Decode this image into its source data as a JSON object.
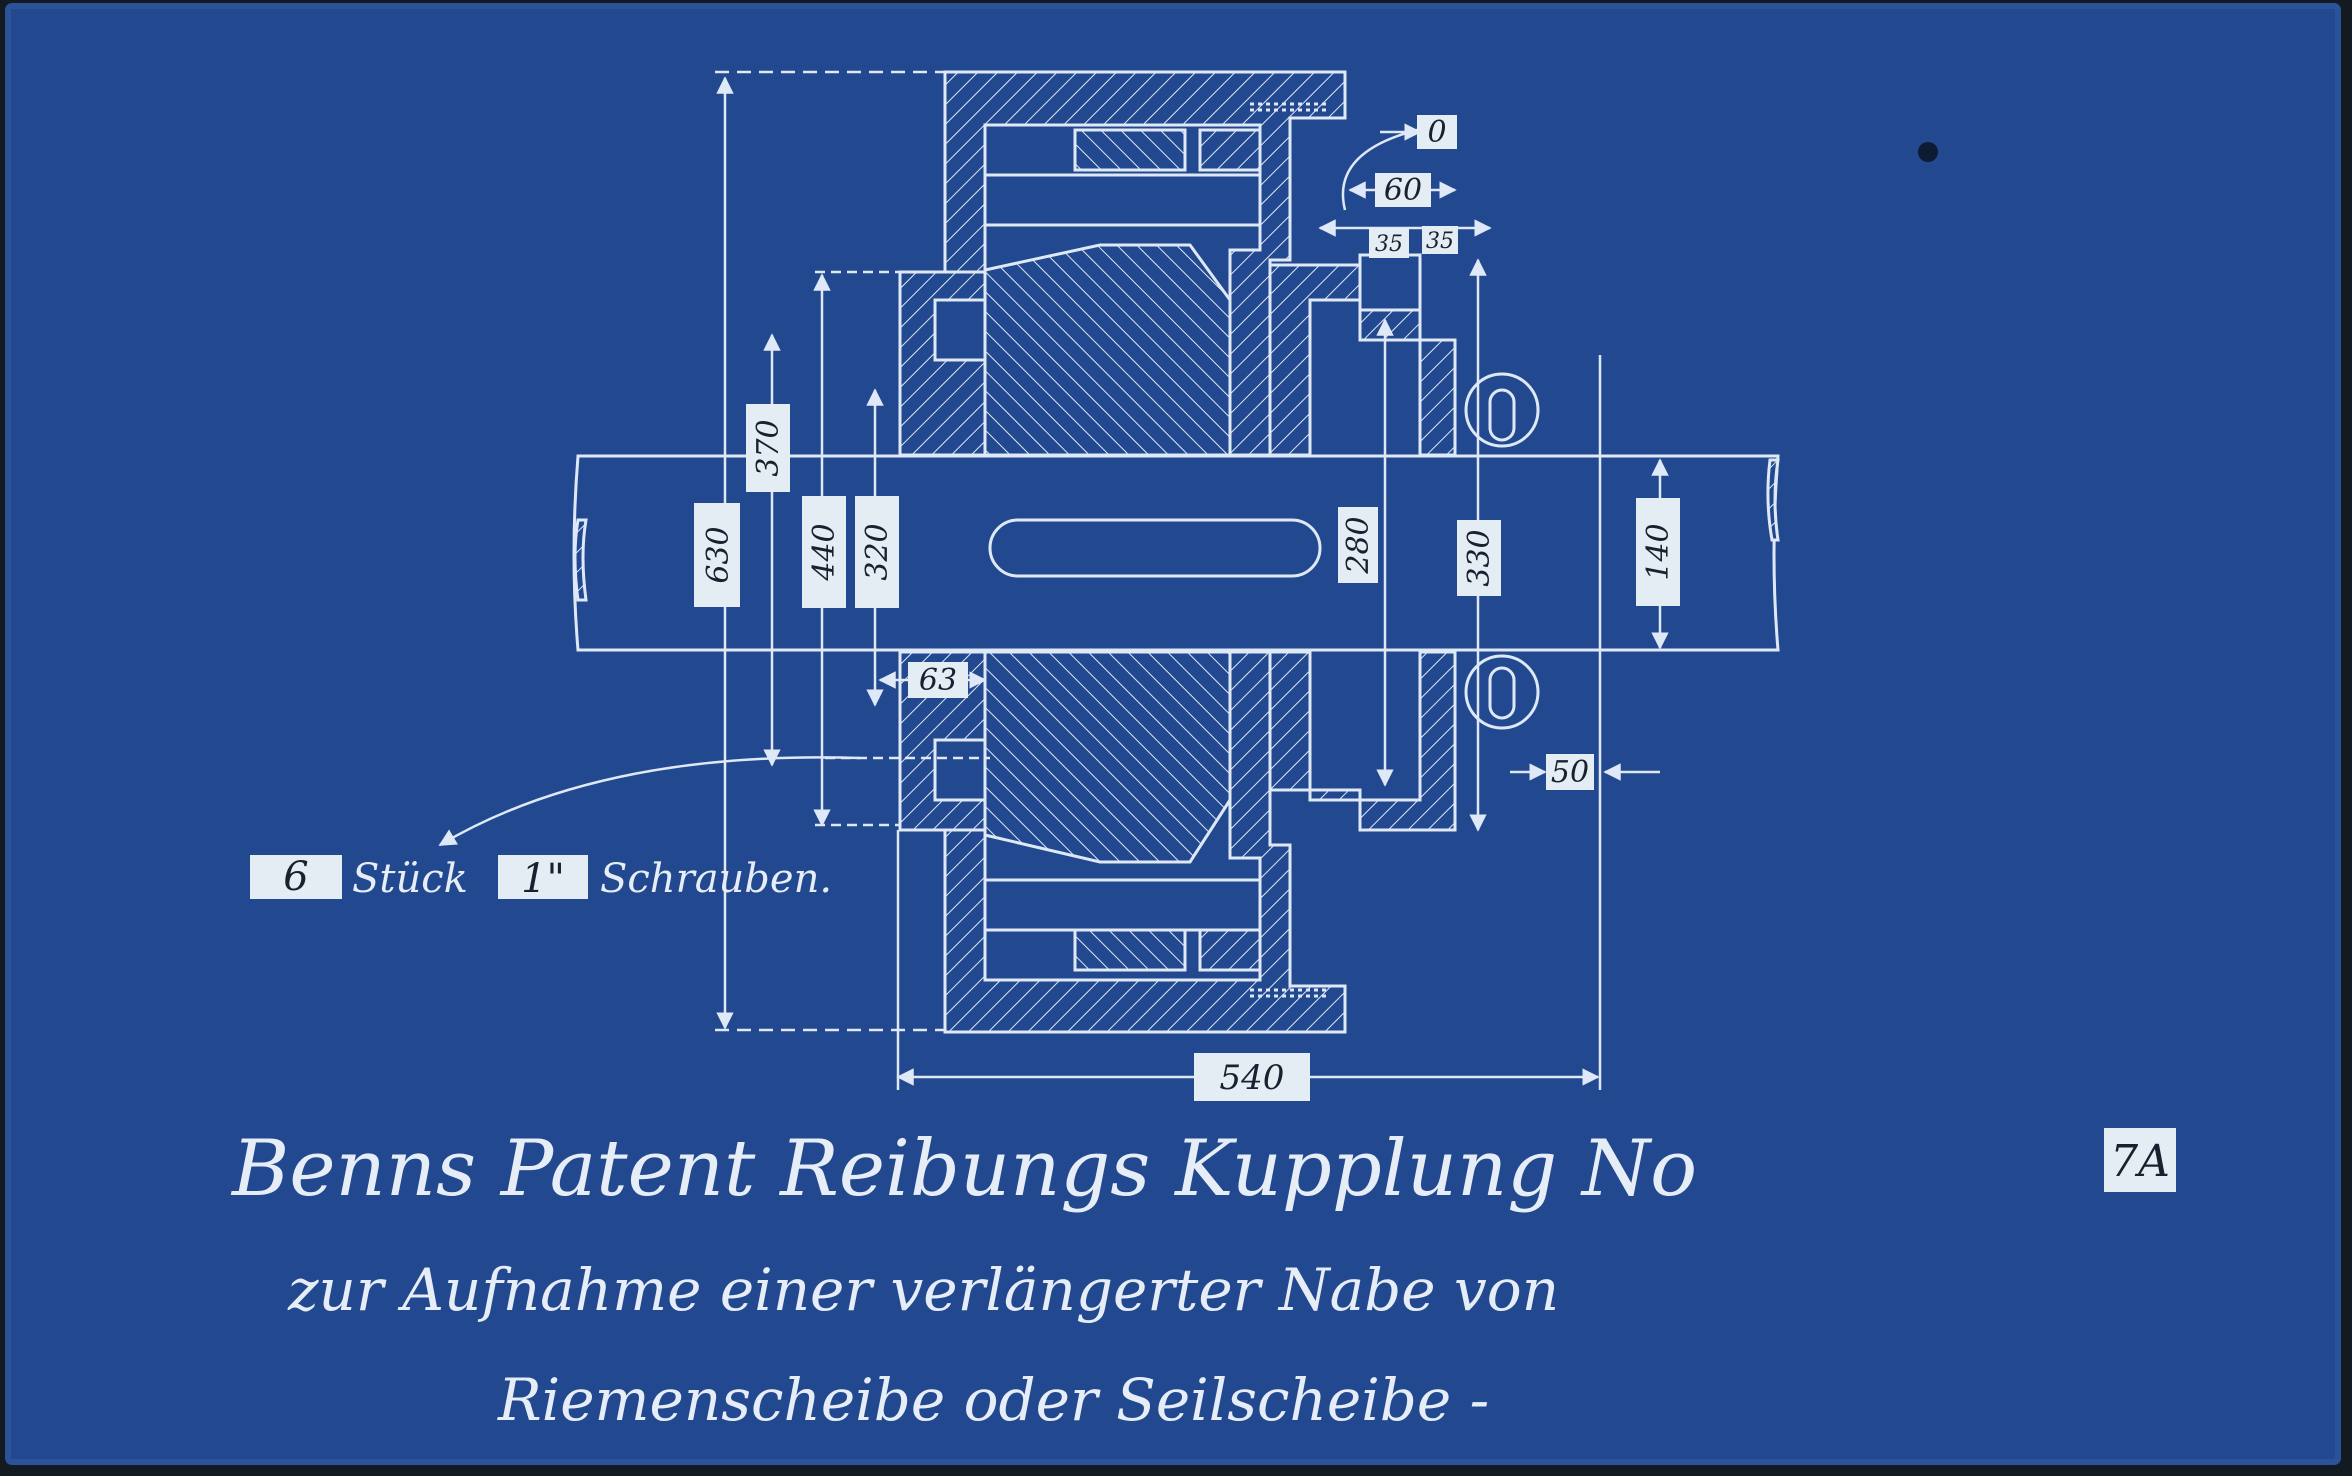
{
  "sheet": {
    "paper_color": "#22498f",
    "line_color": "#dfe8f6",
    "label_bg": "#e4edf4",
    "label_text": "#1b2030"
  },
  "dimensions": {
    "d630": "630",
    "d370": "370",
    "d440": "440",
    "d320": "320",
    "d280": "280",
    "d330": "330",
    "d140": "140",
    "d63": "63",
    "d60": "60",
    "d35a": "35",
    "d35b": "35",
    "d0": "0",
    "d50": "50",
    "d540": "540"
  },
  "callout": {
    "count": "6",
    "unit": "Stück",
    "size": "1\"",
    "item": "Schrauben."
  },
  "title": {
    "line1": "Benns Patent Reibungs Kupplung No",
    "number": "7A",
    "line2": "zur Aufnahme einer verlängerter Nabe von",
    "line3": "Riemenscheibe oder Seilscheibe -"
  }
}
